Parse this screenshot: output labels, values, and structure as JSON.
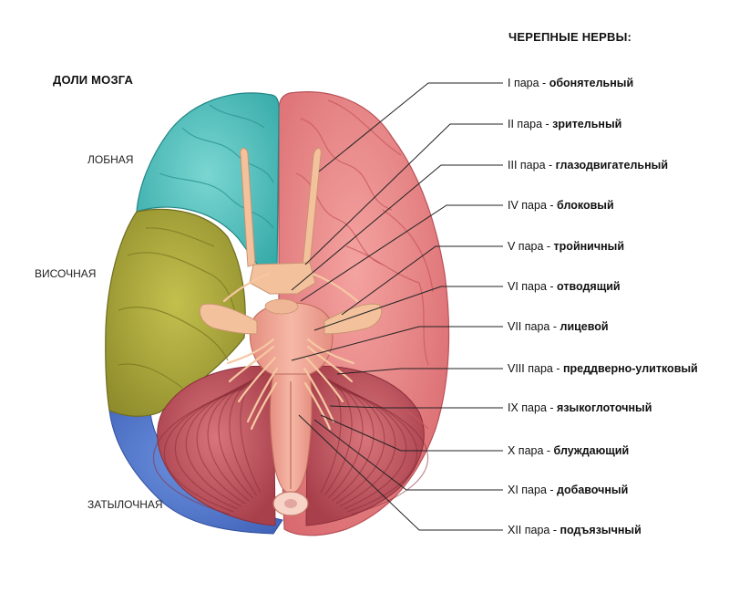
{
  "headings": {
    "lobes": "ДОЛИ МОЗГА",
    "nerves": "ЧЕРЕПНЫЕ НЕРВЫ:"
  },
  "lobes": [
    {
      "id": "frontal",
      "label": "ЛОБНАЯ",
      "color": "#4fc3bf"
    },
    {
      "id": "temporal",
      "label": "ВИСОЧНАЯ",
      "color": "#a9a53a"
    },
    {
      "id": "occipital",
      "label": "ЗАТЫЛОЧНАЯ",
      "color": "#4f74c9"
    }
  ],
  "nerves": [
    {
      "num": "I пара",
      "sep": " - ",
      "name": "обонятельный"
    },
    {
      "num": "II пара",
      "sep": " - ",
      "name": "зрительный"
    },
    {
      "num": "III пара",
      "sep": " - ",
      "name": "глазодвигательный"
    },
    {
      "num": "IV пара",
      "sep": " - ",
      "name": "блоковый"
    },
    {
      "num": "V пара",
      "sep": " - ",
      "name": "тройничный"
    },
    {
      "num": "VI пара",
      "sep": " - ",
      "name": "отводящий"
    },
    {
      "num": "VII пара",
      "sep": " - ",
      "name": "лицевой"
    },
    {
      "num": "VIII пара",
      "sep": " - ",
      "name": "преддверно-улитковый"
    },
    {
      "num": "IX пара",
      "sep": " - ",
      "name": "языкоглоточный"
    },
    {
      "num": "X пара",
      "sep": " - ",
      "name": "блуждающий"
    },
    {
      "num": "XI пара",
      "sep": " - ",
      "name": "добавочный"
    },
    {
      "num": "XII пара",
      "sep": " - ",
      "name": "подъязычный"
    }
  ],
  "colors": {
    "right_hemisphere": "#e98585",
    "cerebellum": "#c9575f",
    "brainstem": "#f0a391",
    "nerve": "#f6c8a2",
    "leader_line": "#222222"
  }
}
